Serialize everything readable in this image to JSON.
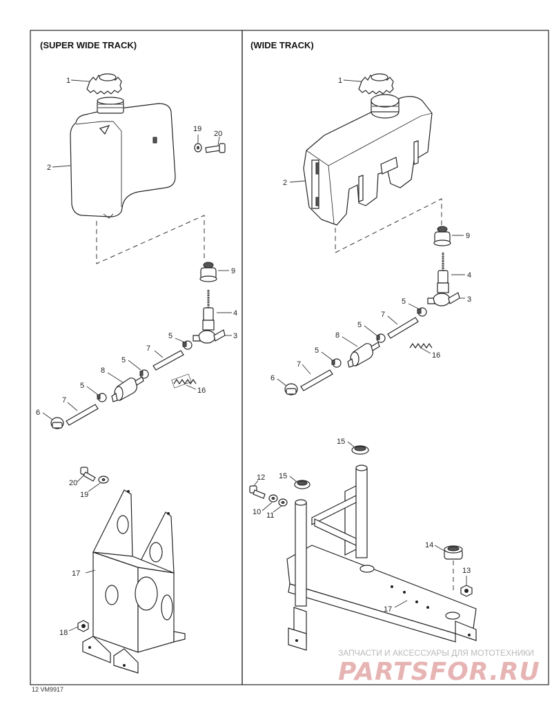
{
  "panels": {
    "left_title": "(SUPER WIDE TRACK)",
    "right_title": "(WIDE TRACK)"
  },
  "left_labels": {
    "l1": "1",
    "l2": "2",
    "l19": "19",
    "l20": "20",
    "l9": "9",
    "l4": "4",
    "l3": "3",
    "l5a": "5",
    "l7a": "7",
    "l5b": "5",
    "l8": "8",
    "l16": "16",
    "l5c": "5",
    "l7b": "7",
    "l6": "6",
    "l20b": "20",
    "l19b": "19",
    "l17": "17",
    "l18": "18"
  },
  "right_labels": {
    "r1": "1",
    "r2": "2",
    "r9": "9",
    "r4": "4",
    "r3": "3",
    "r5a": "5",
    "r7a": "7",
    "r5b": "5",
    "r8": "8",
    "r16": "16",
    "r5c": "5",
    "r7b": "7",
    "r6": "6",
    "r15a": "15",
    "r15b": "15",
    "r12": "12",
    "r10": "10",
    "r11": "11",
    "r14": "14",
    "r13": "13",
    "r17": "17"
  },
  "footer": {
    "code": "12 VM9917",
    "watermark_text": "ЗАПЧАСТИ И АКСЕССУАРЫ ДЛЯ МОТОТЕХНИКИ",
    "watermark_logo": "PARTSFOR.RU"
  }
}
